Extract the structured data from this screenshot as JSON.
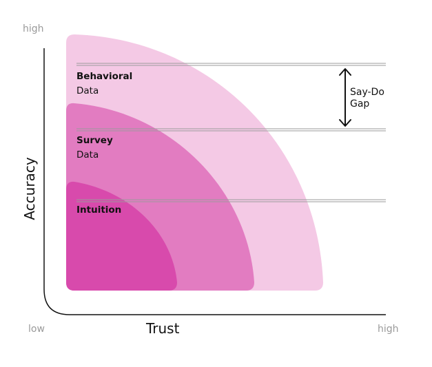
{
  "axes": {
    "y_high": "high",
    "y_title": "Accuracy",
    "x_low": "low",
    "x_title": "Trust",
    "x_high": "high"
  },
  "layers": [
    {
      "name": "Behavioral",
      "sub": "Data",
      "color": "#f4c9e5"
    },
    {
      "name": "Survey",
      "sub": "Data",
      "color": "#e27cc1"
    },
    {
      "name": "Intuition",
      "sub": "",
      "color": "#d84aac"
    }
  ],
  "gap": {
    "line1": "Say-Do",
    "line2": "Gap"
  },
  "colors": {
    "axis": "#111111",
    "axis_end_labels": "#9a9a9a",
    "guide_lines": "#9a9a9a",
    "text": "#111111"
  }
}
